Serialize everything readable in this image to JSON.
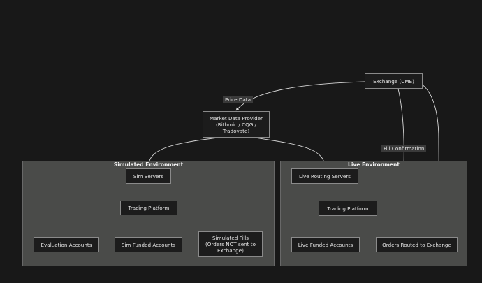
{
  "clusters": {
    "simulated": {
      "title": "Simulated Environment"
    },
    "live": {
      "title": "Live Environment"
    }
  },
  "nodes": {
    "exchange": "Exchange (CME)",
    "market_data": "Market Data Provider\n(Rithmic / CQG /\nTradovate)",
    "sim_servers": "Sim Servers",
    "sim_trading_platform": "Trading Platform",
    "evaluation_accounts": "Evaluation Accounts",
    "sim_funded_accounts": "Sim Funded Accounts",
    "simulated_fills": "Simulated Fills\n(Orders NOT sent to\nExchange)",
    "live_routing_servers": "Live Routing Servers",
    "live_trading_platform": "Trading Platform",
    "live_funded_accounts": "Live Funded Accounts",
    "orders_routed": "Orders Routed to Exchange"
  },
  "edge_labels": {
    "price_data": "Price Data",
    "fill_confirmation": "Fill Confirmation"
  },
  "colors": {
    "background": "#181818",
    "cluster_fill": "#4a4b49",
    "node_fill": "#1c1c1c",
    "node_border": "#8a8a8a",
    "edge": "#d6d6d6"
  }
}
